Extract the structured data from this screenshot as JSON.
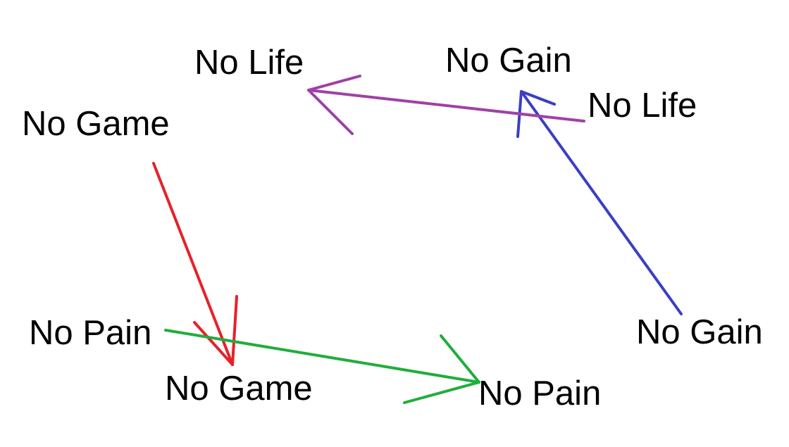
{
  "labels": {
    "no_game_top": "No Game",
    "no_life_top": "No Life",
    "no_gain_top": "No Gain",
    "no_life_right": "No Life",
    "no_pain_left": "No Pain",
    "no_game_bottom": "No Game",
    "no_pain_bottom": "No Pain",
    "no_gain_right": "No Gain"
  },
  "arrows": [
    {
      "name": "red-arrow",
      "from": "No Game",
      "to": "No Game",
      "color": "#e8202a"
    },
    {
      "name": "green-arrow",
      "from": "No Pain",
      "to": "No Pain",
      "color": "#1fae3a"
    },
    {
      "name": "blue-arrow",
      "from": "No Gain",
      "to": "No Gain",
      "color": "#3a3fc4"
    },
    {
      "name": "purple-arrow",
      "from": "No Life",
      "to": "No Life",
      "color": "#a040a8"
    }
  ]
}
